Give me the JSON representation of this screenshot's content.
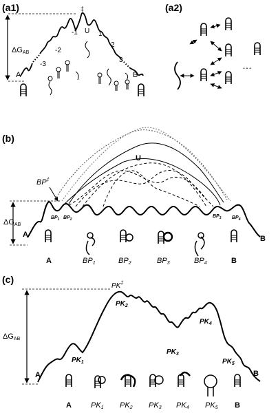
{
  "panel_a1": {
    "label": "(a1)",
    "delta_g": "ΔG",
    "delta_g_sub": "AB",
    "state_a": "A",
    "state_b": "B",
    "peak_marker": "‡",
    "intermediates_left": [
      "-3",
      "-2",
      "-1"
    ],
    "intermediate_u": "U",
    "intermediates_right": [
      "1",
      "2",
      "3"
    ]
  },
  "panel_a2": {
    "label": "(a2)",
    "ellipsis": "…"
  },
  "panel_b": {
    "label": "(b)",
    "top_state": "U",
    "bp_marker": "BP",
    "bp_marker_sup": "‡",
    "delta_g": "ΔG",
    "delta_g_sub": "AB",
    "state_a": "A",
    "state_b": "B",
    "curve_labels": [
      {
        "base": "BP",
        "sub": "1"
      },
      {
        "base": "BP",
        "sub": "2"
      },
      {
        "base": "BP",
        "sub": "3"
      },
      {
        "base": "BP",
        "sub": "4"
      }
    ],
    "structure_labels": [
      {
        "base": "A",
        "sub": ""
      },
      {
        "base": "BP",
        "sub": "1"
      },
      {
        "base": "BP",
        "sub": "2"
      },
      {
        "base": "BP",
        "sub": "3"
      },
      {
        "base": "BP",
        "sub": "4"
      },
      {
        "base": "B",
        "sub": ""
      }
    ]
  },
  "panel_c": {
    "label": "(c)",
    "pk_marker": "PK",
    "pk_marker_sup": "‡",
    "delta_g": "ΔG",
    "delta_g_sub": "AB",
    "state_a": "A",
    "state_b": "B",
    "curve_labels": [
      {
        "base": "PK",
        "sub": "1"
      },
      {
        "base": "PK",
        "sub": "2"
      },
      {
        "base": "PK",
        "sub": "3"
      },
      {
        "base": "PK",
        "sub": "4"
      },
      {
        "base": "PK",
        "sub": "5"
      }
    ],
    "structure_labels": [
      {
        "base": "A",
        "sub": ""
      },
      {
        "base": "PK",
        "sub": "1"
      },
      {
        "base": "PK",
        "sub": "2"
      },
      {
        "base": "PK",
        "sub": "3"
      },
      {
        "base": "PK",
        "sub": "4"
      },
      {
        "base": "PK",
        "sub": "5"
      },
      {
        "base": "B",
        "sub": ""
      }
    ]
  }
}
